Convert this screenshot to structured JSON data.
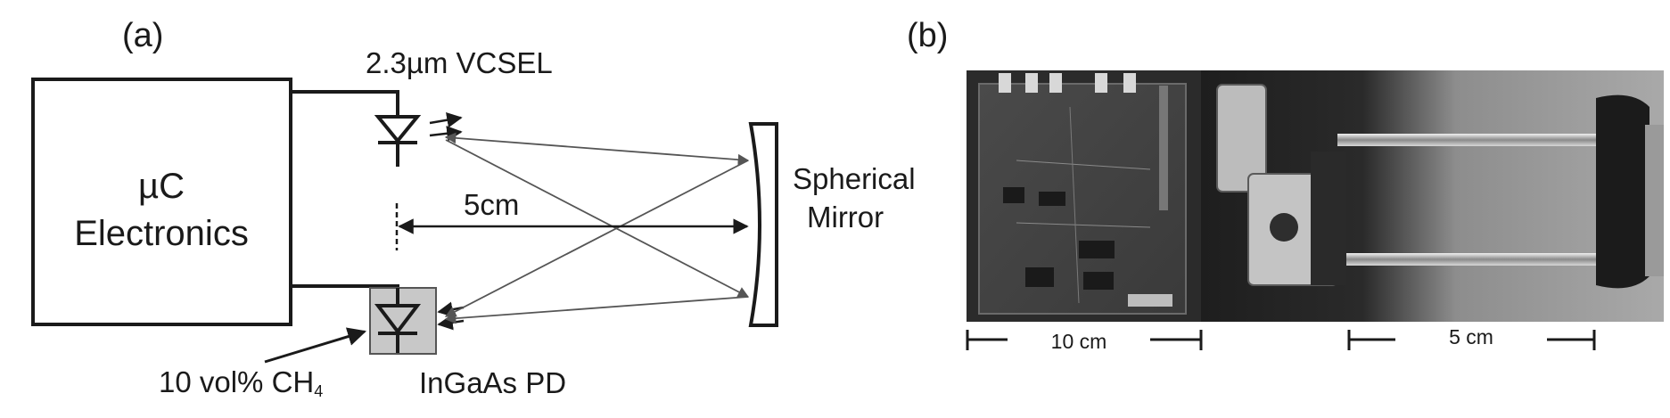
{
  "panel_a": {
    "label": "(a)",
    "electronics_line1": "µC",
    "electronics_line2": "Electronics",
    "vcsel_label": "2.3µm VCSEL",
    "distance_label": "5cm",
    "mirror_line1": "Spherical",
    "mirror_line2": "Mirror",
    "pd_label": "InGaAs PD",
    "gas_label_main": "10 vol% CH",
    "gas_label_sub": "4"
  },
  "panel_b": {
    "label": "(b)",
    "scale_left": "10 cm",
    "scale_right": "5 cm"
  }
}
